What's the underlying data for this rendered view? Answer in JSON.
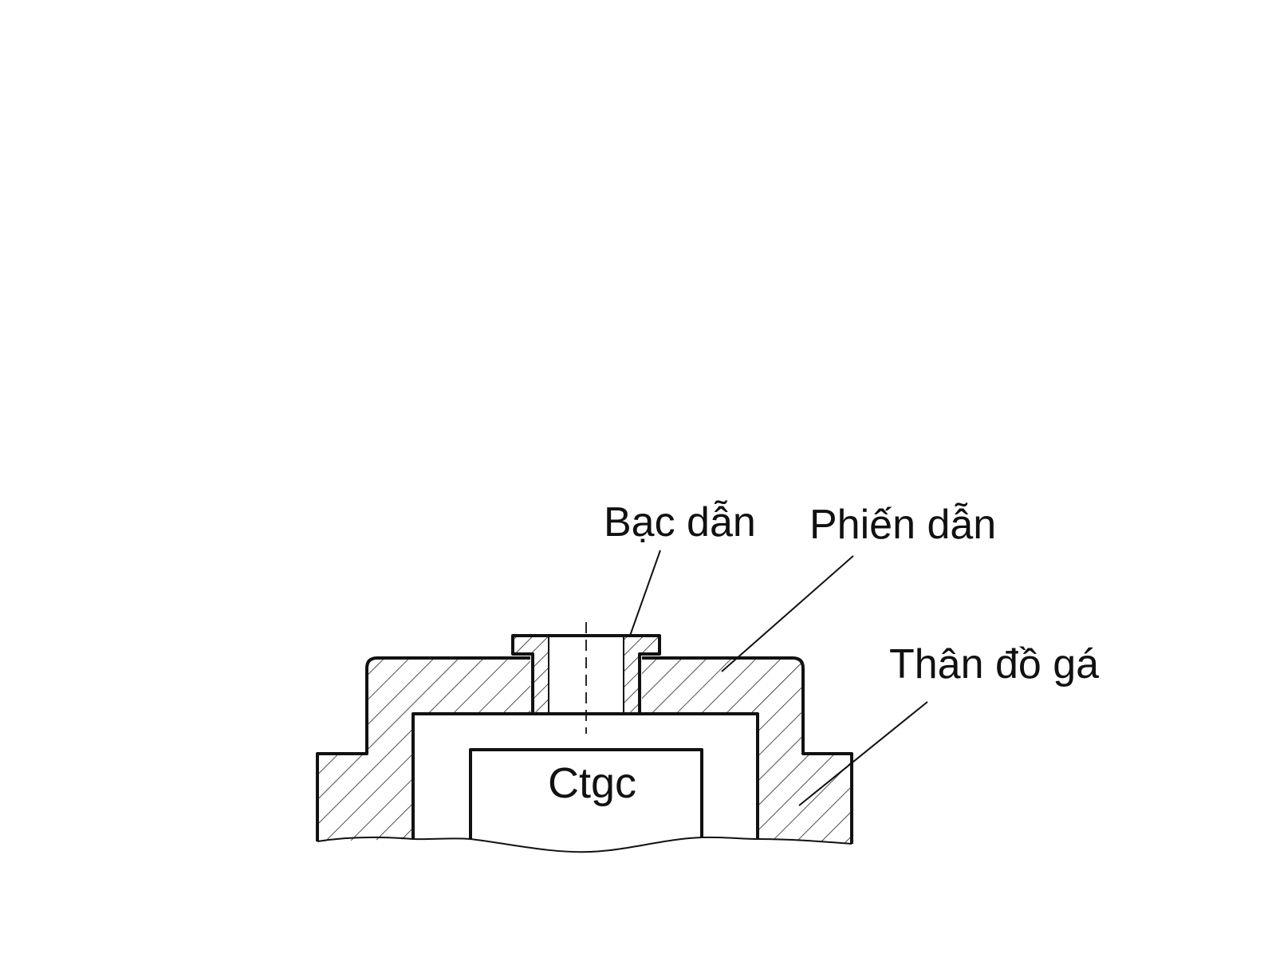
{
  "labels": {
    "bushing": "Bạc dẫn",
    "guide_plate": "Phiến dẫn",
    "fixture_body": "Thân đồ gá",
    "workpiece": "Ctgc"
  }
}
